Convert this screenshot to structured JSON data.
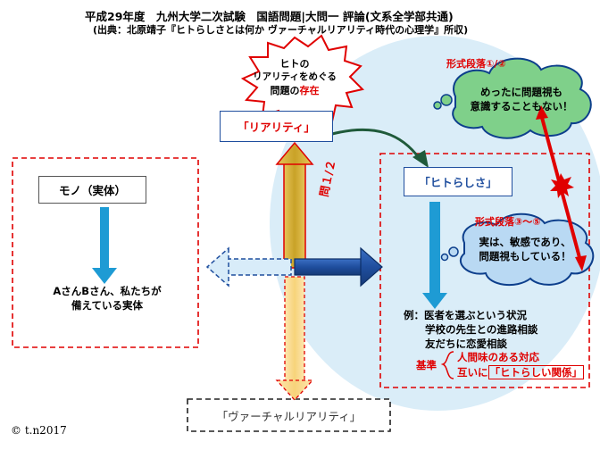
{
  "header": {
    "title": "平成29年度　九州大学二次試験　国語問題|大問一 評論(文系全学部共通)",
    "source": "(出典：北原靖子『ヒトらしさとは何か ヴァーチャルリアリティ時代の心理学』所収)"
  },
  "burst": {
    "line1": "ヒトの",
    "line2": "リアリティをめぐる",
    "line3_pre": "問題の",
    "line3_emph": "存在"
  },
  "boxes": {
    "reality": "「リアリティ」",
    "mono": "モノ（実体）",
    "hitorashisa": "「ヒトらしさ」",
    "virtual": "「ヴァーチャルリアリティ」"
  },
  "labels": {
    "question": "問１/２",
    "para12": "形式段落①/②",
    "para35": "形式段落③〜⑤",
    "mono_desc1": "AさんBさん、私たちが",
    "mono_desc2": "備えている実体",
    "example_prefix": "例：",
    "example1": "医者を選ぶという状況",
    "example2": "学校の先生との進路相談",
    "example3": "友だちに恋愛相談",
    "criteria": "基準",
    "criteria1": "人間味のある対応",
    "criteria2_pre": "互いに",
    "criteria2_emph": "「ヒトらしい関係」",
    "copyright": "© t.n2017"
  },
  "clouds": {
    "cloud1_line1": "めったに問題視も",
    "cloud1_line2": "意識することもない！",
    "cloud2_line1": "実は、敏感であり、",
    "cloud2_line2": "問題視もしている！"
  },
  "colors": {
    "red": "#e00000",
    "blue_arrow": "#1e9bd4",
    "dark_blue": "#1f4e9e",
    "cloud_green": "#7fd08a",
    "cloud_blue": "#b9d9f3",
    "ellipse": "#d6ebf7",
    "gold": "#c9a227"
  }
}
